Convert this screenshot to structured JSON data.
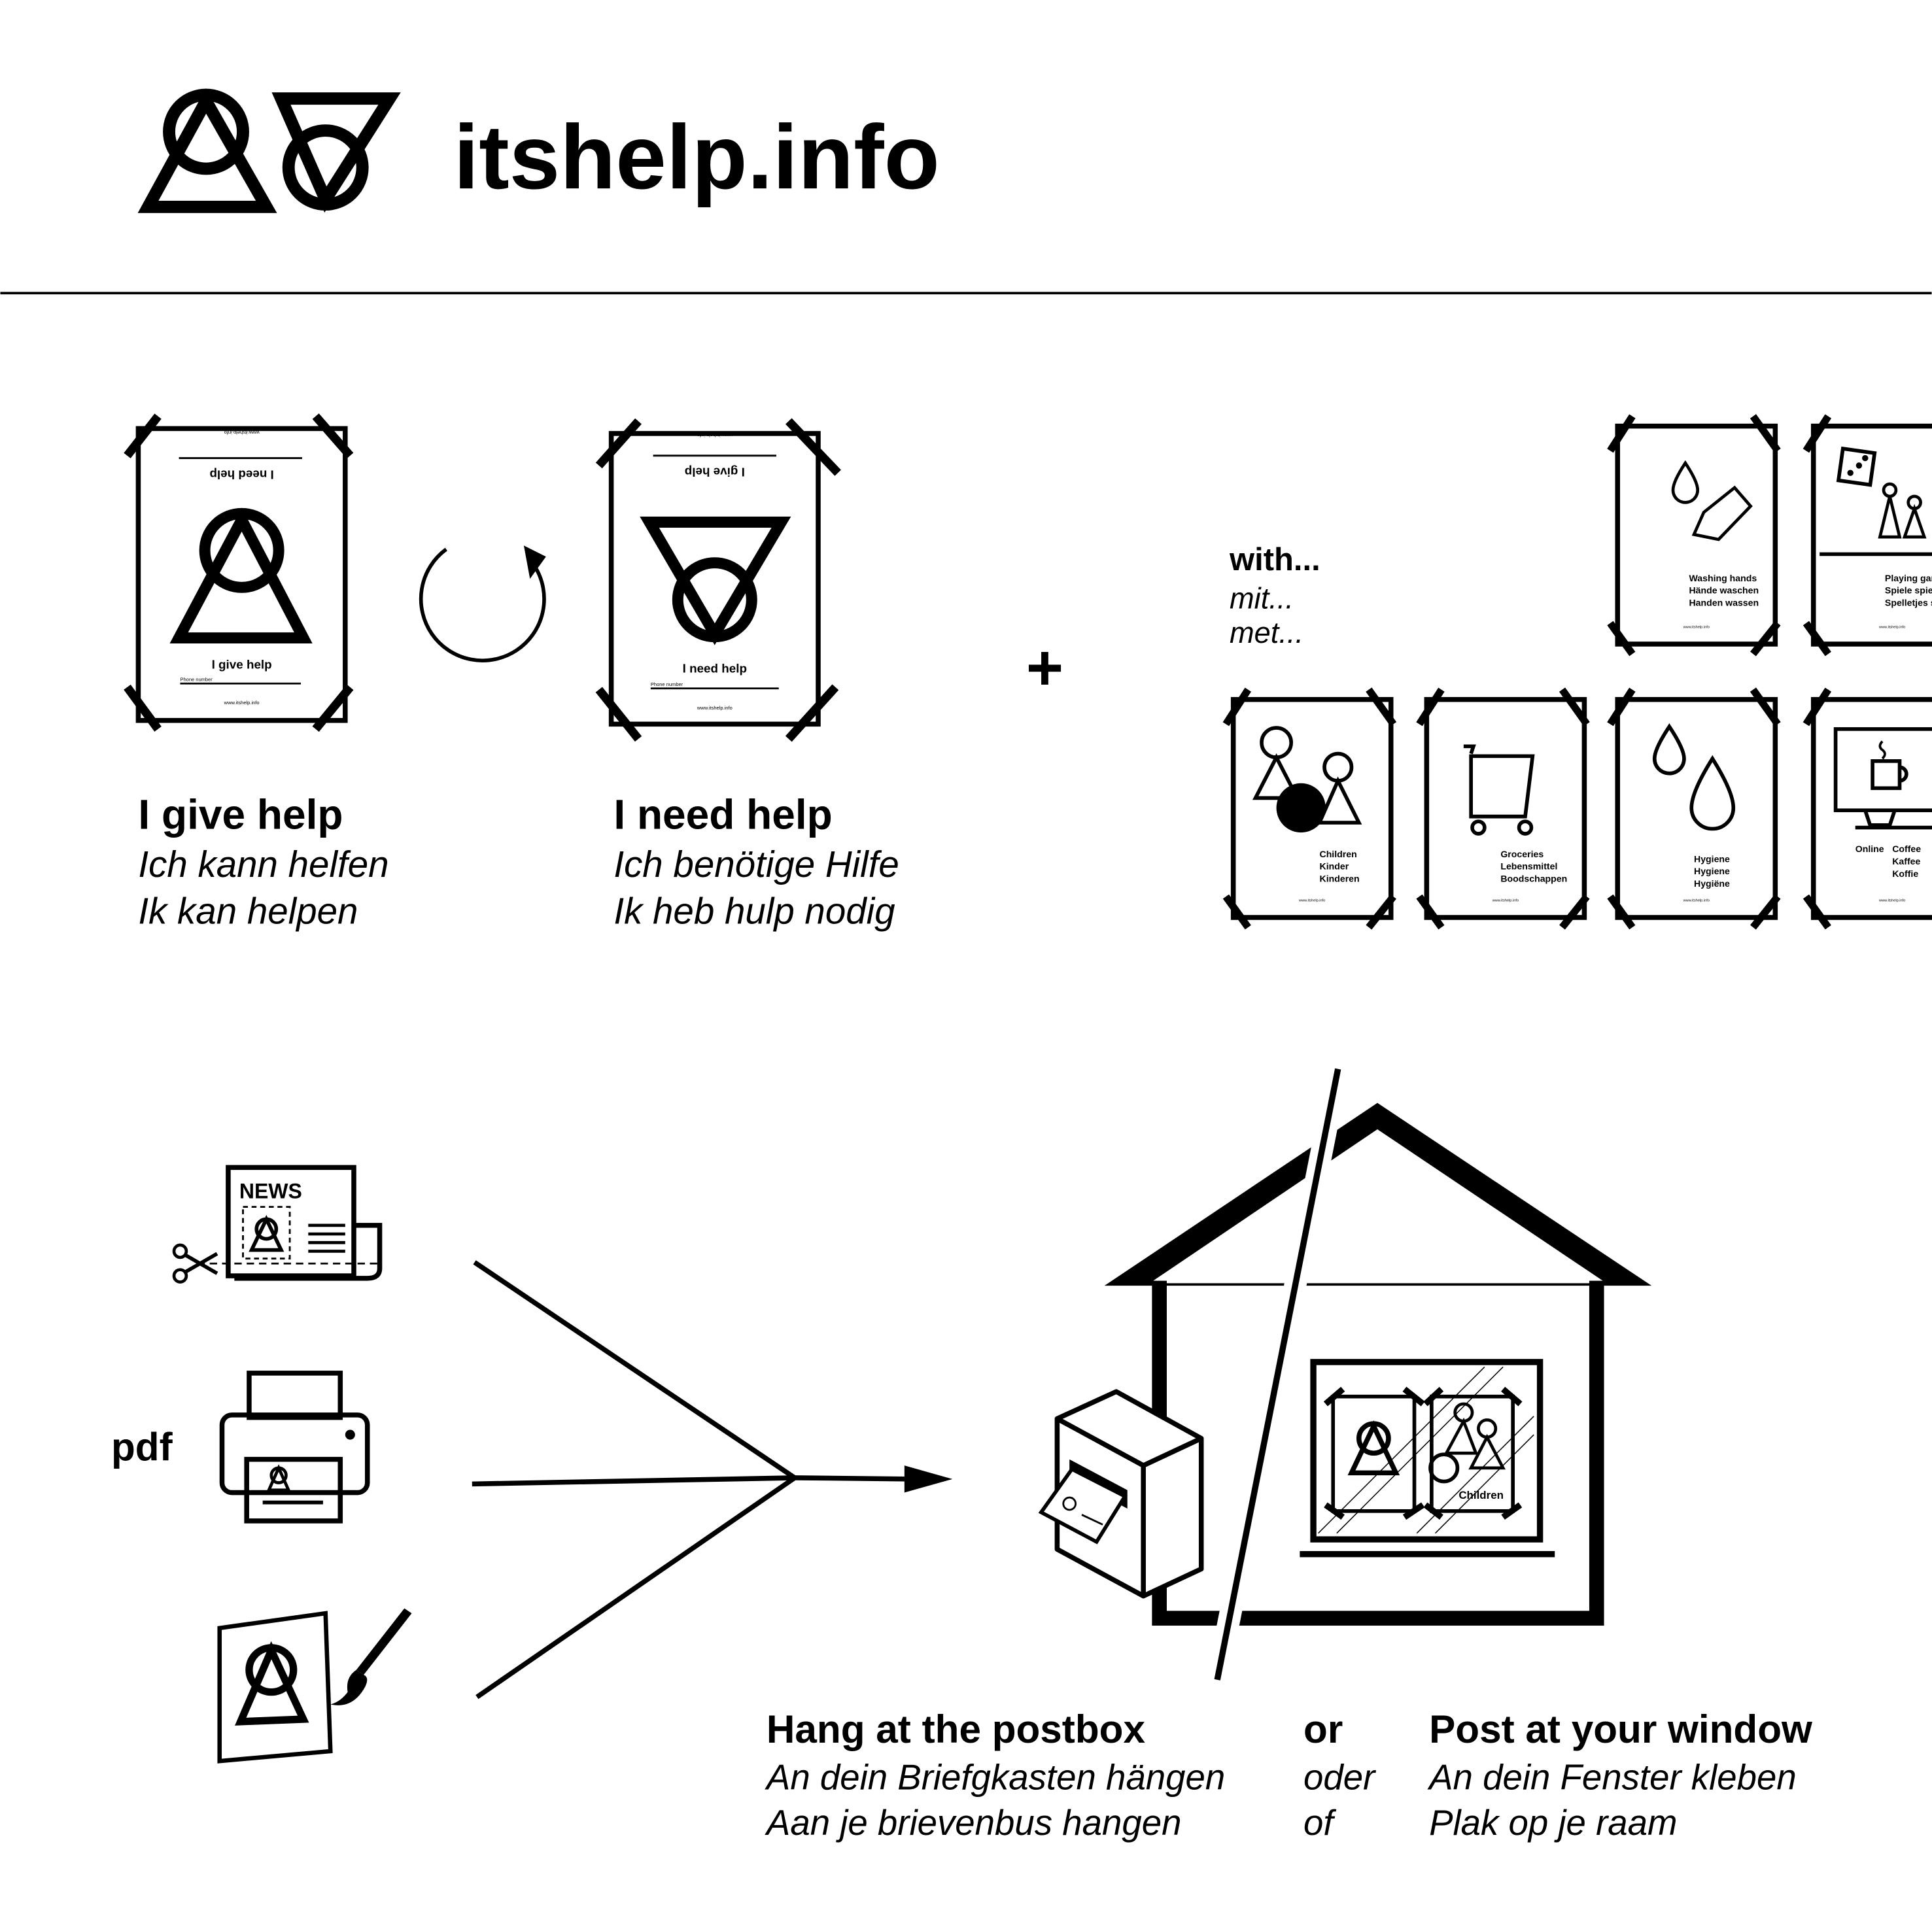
{
  "header": {
    "title": "itshelp.info",
    "logo": "give-need-help-symbols"
  },
  "poster_small": {
    "url": "www.itshelp.info",
    "phone": "Phone number"
  },
  "give": {
    "poster_title": "I give help",
    "poster_flip": "I need help",
    "label_en": "I give help",
    "label_de": "Ich kann helfen",
    "label_nl": "Ik kan helpen"
  },
  "need": {
    "poster_title": "I need help",
    "poster_flip": "I give help",
    "label_en": "I need help",
    "label_de": "Ich benötige Hilfe",
    "label_nl": "Ik heb hulp nodig"
  },
  "plus": "+",
  "with": {
    "en": "with...",
    "de": "mit...",
    "nl": "met..."
  },
  "topics": [
    {
      "lines": [
        "Washing hands",
        "Hände waschen",
        "Handen wassen"
      ],
      "icon": "washing-hands-icon"
    },
    {
      "lines": [
        "Playing games",
        "Spiele spielen",
        "Spelletjes spelen"
      ],
      "icon": "games-icon"
    },
    {
      "lines": [
        "Children",
        "Kinder",
        "Kinderen"
      ],
      "icon": "children-icon"
    },
    {
      "lines": [
        "Groceries",
        "Lebensmittel",
        "Boodschappen"
      ],
      "icon": "cart-icon"
    },
    {
      "lines": [
        "Hygiene",
        "Hygiene",
        "Hygiëne"
      ],
      "icon": "drops-icon"
    },
    {
      "lines": [
        "Online",
        "Coffee",
        "Kaffee",
        "Koffie"
      ],
      "icon": "coffee-monitor-icon"
    }
  ],
  "sources": {
    "news": "NEWS",
    "pdf": "pdf"
  },
  "window_poster": "Children",
  "postbox": {
    "en": "Hang at the postbox",
    "de": "An dein Briefgkasten hängen",
    "nl": "Aan je brievenbus hangen"
  },
  "or": {
    "en": "or",
    "de": "oder",
    "nl": "of"
  },
  "window": {
    "en": "Post at your window",
    "de": "An dein Fenster kleben",
    "nl": "Plak op je raam"
  }
}
